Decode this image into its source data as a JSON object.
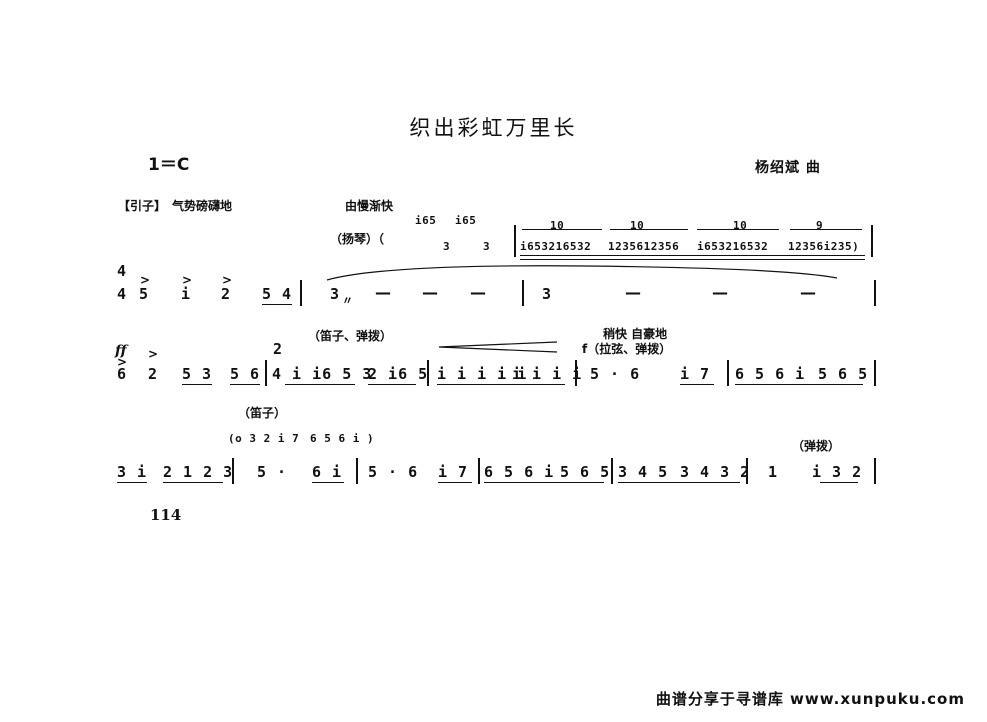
{
  "title": "织出彩虹万里长",
  "key": "1＝C",
  "composer": "杨绍斌 曲",
  "intro": {
    "section_label": "【引子】",
    "expression": "气势磅礴地",
    "tempo": "由慢渐快",
    "instrument": "（扬琴）（",
    "ornaments": [
      "i65",
      "i65"
    ],
    "ornament_triplets": [
      "3",
      "3"
    ],
    "tuplets": [
      "10",
      "10",
      "10",
      "9"
    ],
    "runs": [
      "i653216532",
      "1235612356",
      "i653216532",
      "12356i235)"
    ]
  },
  "line1": {
    "time_sig_top": "4",
    "time_sig_bottom": "4",
    "accent_marks": [
      ">",
      ">",
      ">"
    ],
    "notes_a": [
      "5",
      "i",
      "2",
      "5 4"
    ],
    "note_b": "3",
    "trill": "〃",
    "notes_c": "3",
    "dashes": [
      "—",
      "—",
      "—",
      "—",
      "—",
      "—"
    ]
  },
  "line2": {
    "dynamic": "ff",
    "accent_marks": [
      ">",
      ">"
    ],
    "notes_a": [
      "6",
      "2",
      "5 3",
      "5 6"
    ],
    "fermata_note": "2",
    "annotation_a": "（笛子、弹拨）",
    "notes_b": [
      "4 i i6 5 3",
      "2 i6 5"
    ],
    "notes_c": [
      "i i i i i",
      "i i i i"
    ],
    "tempo_b": "稍快 自豪地",
    "annotation_b": "f（拉弦、弹拨）",
    "notes_d": [
      "5 · 6",
      "i 7",
      "6 5 6 i",
      "5 6 5"
    ]
  },
  "line3": {
    "annotation_a": "（笛子）",
    "ornament_notes": [
      "(o 3 2 i 7",
      "6 5 6 i )"
    ],
    "notes_a": [
      "3 i",
      "2 1 2 3",
      "5 ·",
      "6 i",
      "5 · 6",
      "i 7",
      "6 5 6 i",
      "5 6 5",
      "3 4 5",
      "3 4 3 2",
      "1",
      "i 3 2"
    ],
    "annotation_b": "（弹拨）"
  },
  "page_number": "114",
  "watermark": "曲谱分享于寻谱库 www.xunpuku.com"
}
